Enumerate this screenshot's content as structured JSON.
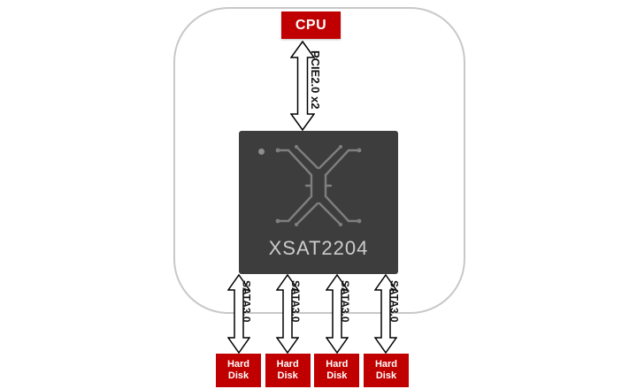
{
  "diagram": {
    "cpu_label": "CPU",
    "pcie_label": "PCIE2.0 x2",
    "chip_label": "XSAT2204"
  },
  "sata_ports": [
    {
      "bus": "SATA3.0",
      "device": "Hard Disk"
    },
    {
      "bus": "SATA3.0",
      "device": "Hard Disk"
    },
    {
      "bus": "SATA3.0",
      "device": "Hard Disk"
    },
    {
      "bus": "SATA3.0",
      "device": "Hard Disk"
    }
  ],
  "colors": {
    "accent_red": "#c00000",
    "chip_dark": "#3d3d3d",
    "chip_text": "#cccccc",
    "outline_gray": "#c8c8c8",
    "trace_gray": "#7f7f7f"
  }
}
